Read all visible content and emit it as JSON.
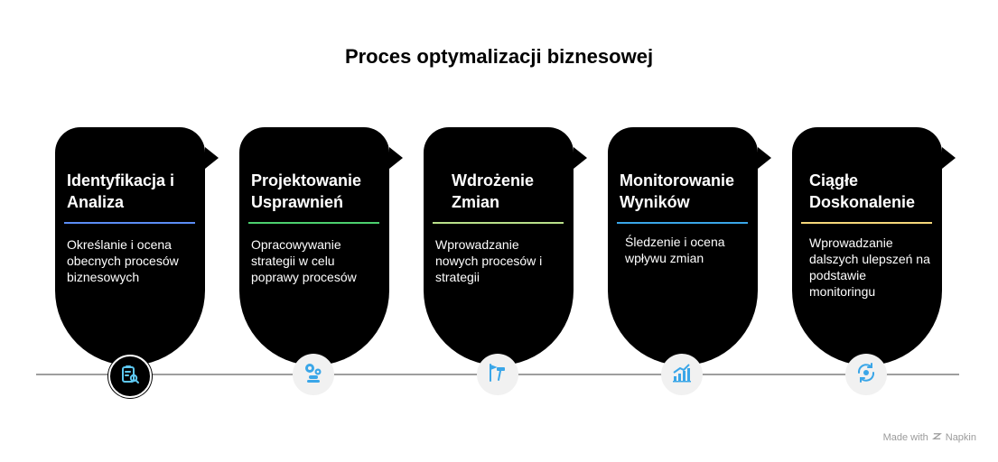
{
  "title": "Proces optymalizacji biznesowej",
  "steps": [
    {
      "title": "Identyfikacja i Analiza",
      "description": "Określanie i ocena obecnych procesów biznesowych",
      "accent": "#5b8df5",
      "icon": "clipboard-search-icon"
    },
    {
      "title": "Projektowanie Usprawnień",
      "description": "Opracowywanie strategii w celu poprawy procesów",
      "accent": "#4ccf6e",
      "icon": "gears-person-icon"
    },
    {
      "title": "Wdrożenie Zmian",
      "description": "Wprowadzanie nowych procesów i strategii",
      "accent": "#b9e08a",
      "icon": "hammer-flag-icon"
    },
    {
      "title": "Monitorowanie Wyników",
      "description": "Śledzenie i ocena wpływu zmian",
      "accent": "#3aa6e8",
      "icon": "bar-chart-growth-icon"
    },
    {
      "title": "Ciągłe Doskonalenie",
      "description": "Wprowadzanie dalszych ulepszeń na podstawie monitoringu",
      "accent": "#f5d77a",
      "icon": "cycle-gear-icon"
    }
  ],
  "footer": {
    "made_with": "Made with",
    "brand": "Napkin"
  }
}
